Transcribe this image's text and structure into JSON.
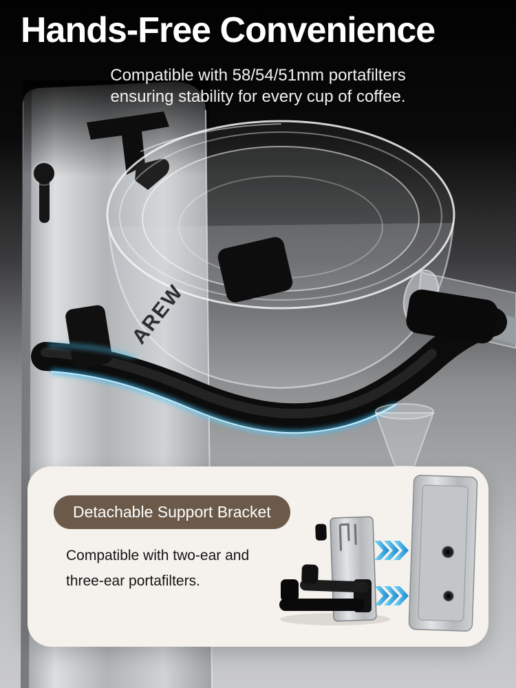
{
  "header": {
    "title": "Hands-Free Convenience",
    "subtitle_line1": "Compatible with 58/54/51mm portafilters",
    "subtitle_line2": "ensuring stability for every cup of coffee."
  },
  "product": {
    "bracket_embossed_text": "AREW"
  },
  "card": {
    "badge_label": "Detachable Support Bracket",
    "body_line1": "Compatible with two-ear and",
    "body_line2": "three-ear portafilters."
  },
  "colors": {
    "accent_glow": "#4cc7f7",
    "badge_background": "#6b5a49",
    "card_background": "#f5f1ec",
    "heading_text": "#ffffff",
    "body_text": "#141414"
  }
}
